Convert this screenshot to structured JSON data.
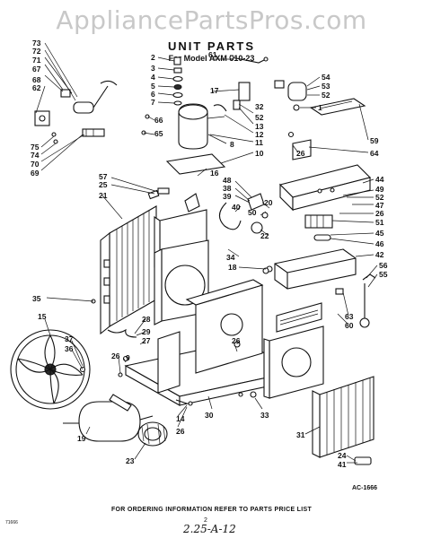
{
  "watermark": "AppliancePartsPros.com",
  "title": "UNIT PARTS",
  "subtitle": "For Model AXM 510-23",
  "footer": {
    "ordering_note": "FOR ORDERING INFORMATION REFER TO PARTS PRICE LIST",
    "drawing_code": "AC-1666",
    "corner_code": "71666",
    "page_number": "2",
    "handwritten": "2.25-A-12"
  },
  "callouts": [
    {
      "id": "c73",
      "text": "73"
    },
    {
      "id": "c72",
      "text": "72"
    },
    {
      "id": "c71",
      "text": "71"
    },
    {
      "id": "c67",
      "text": "67"
    },
    {
      "id": "c68",
      "text": "68"
    },
    {
      "id": "c62",
      "text": "62"
    },
    {
      "id": "c75",
      "text": "75"
    },
    {
      "id": "c74",
      "text": "74"
    },
    {
      "id": "c70",
      "text": "70"
    },
    {
      "id": "c69",
      "text": "69"
    },
    {
      "id": "c2",
      "text": "2"
    },
    {
      "id": "c3",
      "text": "3"
    },
    {
      "id": "c4",
      "text": "4"
    },
    {
      "id": "c5",
      "text": "5"
    },
    {
      "id": "c6",
      "text": "6"
    },
    {
      "id": "c7",
      "text": "7"
    },
    {
      "id": "c66",
      "text": "66"
    },
    {
      "id": "c65",
      "text": "65"
    },
    {
      "id": "c61",
      "text": "61"
    },
    {
      "id": "c17",
      "text": "17"
    },
    {
      "id": "c32",
      "text": "32"
    },
    {
      "id": "c52a",
      "text": "52"
    },
    {
      "id": "c13",
      "text": "13"
    },
    {
      "id": "c12",
      "text": "12"
    },
    {
      "id": "c11",
      "text": "11"
    },
    {
      "id": "c8",
      "text": "8"
    },
    {
      "id": "c10",
      "text": "10"
    },
    {
      "id": "c54",
      "text": "54"
    },
    {
      "id": "c53",
      "text": "53"
    },
    {
      "id": "c52b",
      "text": "52"
    },
    {
      "id": "c1",
      "text": "1"
    },
    {
      "id": "c59",
      "text": "59"
    },
    {
      "id": "c26a",
      "text": "26"
    },
    {
      "id": "c64",
      "text": "64"
    },
    {
      "id": "c16",
      "text": "16"
    },
    {
      "id": "c57",
      "text": "57"
    },
    {
      "id": "c25",
      "text": "25"
    },
    {
      "id": "c21",
      "text": "21"
    },
    {
      "id": "c48",
      "text": "48"
    },
    {
      "id": "c38",
      "text": "38"
    },
    {
      "id": "c39",
      "text": "39"
    },
    {
      "id": "c40",
      "text": "40"
    },
    {
      "id": "c50",
      "text": "50"
    },
    {
      "id": "c20",
      "text": "20"
    },
    {
      "id": "c22",
      "text": "22"
    },
    {
      "id": "c44",
      "text": "44"
    },
    {
      "id": "c49",
      "text": "49"
    },
    {
      "id": "c52c",
      "text": "52"
    },
    {
      "id": "c47",
      "text": "47"
    },
    {
      "id": "c26b",
      "text": "26"
    },
    {
      "id": "c51",
      "text": "51"
    },
    {
      "id": "c45",
      "text": "45"
    },
    {
      "id": "c46",
      "text": "46"
    },
    {
      "id": "c42",
      "text": "42"
    },
    {
      "id": "c34",
      "text": "34"
    },
    {
      "id": "c18",
      "text": "18"
    },
    {
      "id": "c56",
      "text": "56"
    },
    {
      "id": "c55",
      "text": "55"
    },
    {
      "id": "c35",
      "text": "35"
    },
    {
      "id": "c15",
      "text": "15"
    },
    {
      "id": "c63",
      "text": "63"
    },
    {
      "id": "c60",
      "text": "60"
    },
    {
      "id": "c28",
      "text": "28"
    },
    {
      "id": "c29",
      "text": "29"
    },
    {
      "id": "c27",
      "text": "27"
    },
    {
      "id": "c37",
      "text": "37"
    },
    {
      "id": "c36",
      "text": "36"
    },
    {
      "id": "c9",
      "text": "9"
    },
    {
      "id": "c26c",
      "text": "26"
    },
    {
      "id": "c26d",
      "text": "26"
    },
    {
      "id": "c30",
      "text": "30"
    },
    {
      "id": "c33",
      "text": "33"
    },
    {
      "id": "c14",
      "text": "14"
    },
    {
      "id": "c26e",
      "text": "26"
    },
    {
      "id": "c19",
      "text": "19"
    },
    {
      "id": "c31",
      "text": "31"
    },
    {
      "id": "c23",
      "text": "23"
    },
    {
      "id": "c24",
      "text": "24"
    },
    {
      "id": "c41",
      "text": "41"
    }
  ]
}
